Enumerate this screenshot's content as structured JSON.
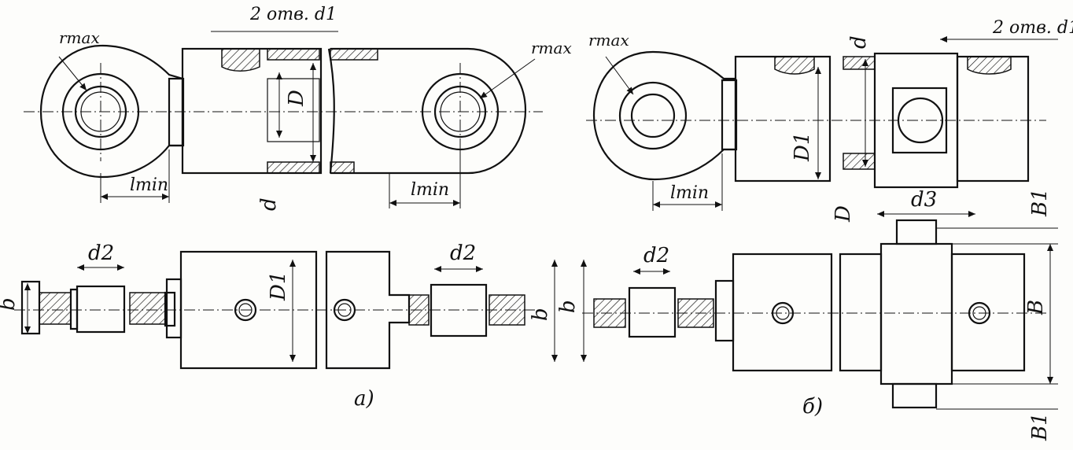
{
  "labels": {
    "r_max_left": "rmax",
    "two_holes_d1_left": "2 отв. d1",
    "r_max_center": "rmax",
    "D_vertical": "D",
    "d_vertical_left": "d",
    "l_min_a_left": "lmin",
    "l_min_a_right": "lmin",
    "r_max_right": "rmax",
    "two_holes_d1_right": "2 отв. d1",
    "d_vertical_right": "d",
    "D1_vertical_right": "D1",
    "l_min_b": "lmin",
    "D_vertical_right": "D",
    "B1_top": "B1",
    "d3": "d3",
    "d2_a_left": "d2",
    "b_a_left": "b",
    "D1_a": "D1",
    "d2_a_right": "d2",
    "b_a_right": "b",
    "b_b": "b",
    "d2_b": "d2",
    "B_b": "B",
    "B1_bottom": "B1",
    "caption_a": "а)",
    "caption_b": "б)"
  }
}
